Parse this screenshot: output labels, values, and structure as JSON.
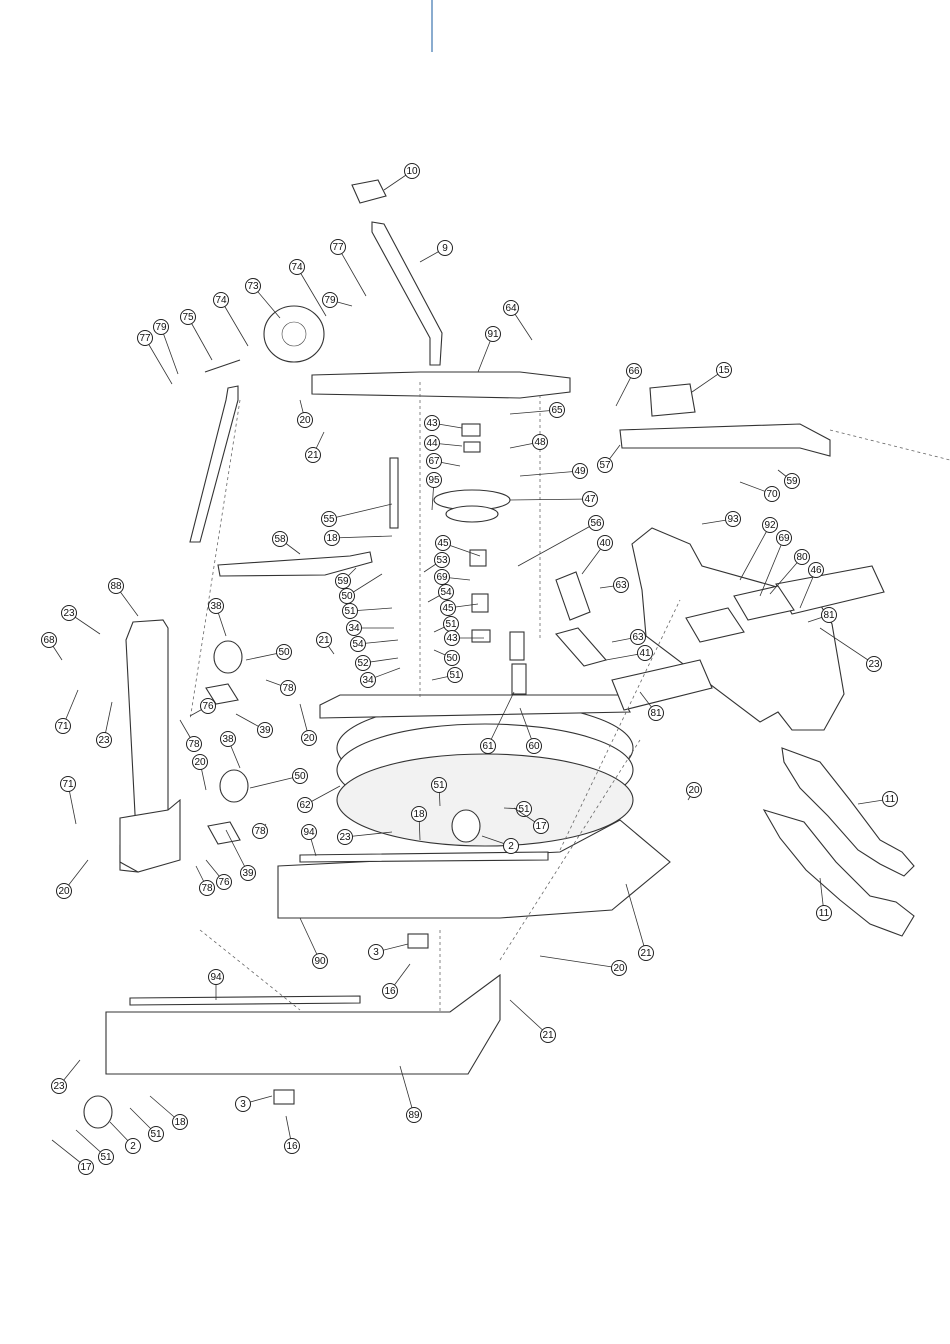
{
  "header": {
    "accent_color": "#4a7fb5"
  },
  "diagram": {
    "callouts": [
      "10",
      "9",
      "77",
      "79",
      "74",
      "73",
      "75",
      "74",
      "79",
      "77",
      "64",
      "91",
      "66",
      "15",
      "65",
      "20",
      "21",
      "43",
      "44",
      "67",
      "49",
      "48",
      "95",
      "47",
      "57",
      "59",
      "70",
      "55",
      "56",
      "93",
      "92",
      "69",
      "18",
      "58",
      "45",
      "53",
      "40",
      "80",
      "69",
      "46",
      "63",
      "59",
      "54",
      "50",
      "45",
      "81",
      "51",
      "88",
      "23",
      "34",
      "51",
      "38",
      "43",
      "63",
      "54",
      "68",
      "50",
      "21",
      "52",
      "50",
      "41",
      "34",
      "51",
      "23",
      "78",
      "71",
      "23",
      "39",
      "76",
      "20",
      "78",
      "61",
      "60",
      "81",
      "38",
      "20",
      "50",
      "62",
      "20",
      "71",
      "11",
      "94",
      "23",
      "18",
      "51",
      "51",
      "17",
      "2",
      "78",
      "11",
      "21",
      "20",
      "39",
      "76",
      "78",
      "90",
      "3",
      "20",
      "16",
      "94",
      "21",
      "23",
      "18",
      "51",
      "3",
      "2",
      "89",
      "51",
      "17",
      "16"
    ]
  }
}
